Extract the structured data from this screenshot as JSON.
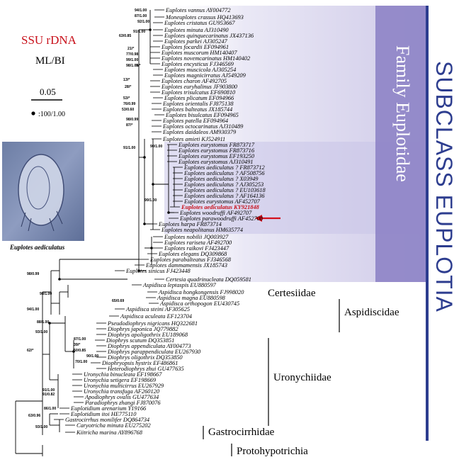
{
  "legend": {
    "gene": "SSU rDNA",
    "methods": "ML/BI",
    "scale_value": "0.05",
    "full_support": ":100/1.00"
  },
  "photo_caption": "Euplotes aediculatus",
  "vertical_labels": {
    "family": "Family Euplotidae",
    "subclass": "SUBCLASS EUPLOTIA"
  },
  "families": [
    {
      "name": "Certesiidae"
    },
    {
      "name": "Aspidiscidae"
    },
    {
      "name": "Uronychiidae"
    },
    {
      "name": "Gastrocirrhidae"
    },
    {
      "name": "Protohypotrichia"
    }
  ],
  "taxa": [
    {
      "label": "Euplotes vannus  AY004772"
    },
    {
      "label": "Moneuplotes crassus  HQ413693"
    },
    {
      "label": "Euplotes cristatus  GU953667"
    },
    {
      "label": "Euplotes minuta  AJ310490"
    },
    {
      "label": "Euplotes quinquecarinatus  JX437136"
    },
    {
      "label": "Euplotes parkei  AJ305247"
    },
    {
      "label": "Euplotes focardii  EF094961"
    },
    {
      "label": "Euplotes muscorum  HM140407"
    },
    {
      "label": "Euplotes novemcarinatus  HM140402"
    },
    {
      "label": "Euplotes encysticus  FJ346569"
    },
    {
      "label": "Euplotes muscicola  AJ305254"
    },
    {
      "label": "Euplotes magnicirratus  AJ549209"
    },
    {
      "label": "Euplotes charon  AF492705"
    },
    {
      "label": "Euplotes euryhalinus  JF903800"
    },
    {
      "label": "Euplotes trisulcatus  EF690810"
    },
    {
      "label": "Euplotes plicatum  EF094966"
    },
    {
      "label": "Euplotes orientalis  FJ875138"
    },
    {
      "label": "Euplotes balteatus  JX185744"
    },
    {
      "label": "Euplotes bisulcatus  EF094965"
    },
    {
      "label": "Euplotes patella  EF094964"
    },
    {
      "label": "Euplotes octocarinatus  AJ310489"
    },
    {
      "label": "Euplotes daidaleos  AM930379"
    },
    {
      "label": "Euplotes amieti  KJ524911"
    },
    {
      "label": "Euplotes eurystomus  FR873717"
    },
    {
      "label": "Euplotes eurystomus  FR873716"
    },
    {
      "label": "Euplotes eurystomus  EF193250"
    },
    {
      "label": "Euplotes eurystomus  AJ310491"
    },
    {
      "label": "Euplotes aediculatus ?  FR873712"
    },
    {
      "label": "Euplotes aediculatus ?  AF508756"
    },
    {
      "label": "Euplotes aediculatus ?  X03949"
    },
    {
      "label": "Euplotes aediculatus ?  AJ305253"
    },
    {
      "label": "Euplotes aediculatus ?  EU103618"
    },
    {
      "label": "Euplotes aediculatus ?  AF164136"
    },
    {
      "label": "Euplotes eurystomus  AF452707"
    },
    {
      "label": "Euplotes aediculatus  KY921848"
    },
    {
      "label": "Euplotes woodruffi  AF492707"
    },
    {
      "label": "Euplotes parawoodruffi  AF452708"
    },
    {
      "label": "Euplotes harpa  FR873714"
    },
    {
      "label": "Euplotes neapolitanus  HM635774"
    },
    {
      "label": "Euplotes nobilii  JQ003927"
    },
    {
      "label": "Euplotes rariseta  AF492700"
    },
    {
      "label": "Euplotes raikovi  FJ423447"
    },
    {
      "label": "Euplotes elegans  DQ309868"
    },
    {
      "label": "Euplotes parabalteatus  FJ346568"
    },
    {
      "label": "Euplotes dammamensis  JX185743"
    },
    {
      "label": "Euplotes sinicus  FJ423448"
    },
    {
      "label": "Certesia quadrinucleata  DQ059581"
    },
    {
      "label": "Aspidisca leptaspis  EU880597"
    },
    {
      "label": "Aspidisca hongkongensis  FJ998020"
    },
    {
      "label": "Aspidisca magna  EU880598"
    },
    {
      "label": "Aspidisca orthopogon  EU430745"
    },
    {
      "label": "Aspidisca steini  AF305625"
    },
    {
      "label": "Aspidisca aculeata  EF123704"
    },
    {
      "label": "Pseudodiophrys nigricans  HQ322681"
    },
    {
      "label": "Diophrys japonica  JQ779882"
    },
    {
      "label": "Diophrys apoligothrix  EU189068"
    },
    {
      "label": "Diophrys scutum  DQ353851"
    },
    {
      "label": "Diophrys appendiculata  AY004773"
    },
    {
      "label": "Diophrys parappendiculata  EU267930"
    },
    {
      "label": "Diophrys oligothrix  DQ353850"
    },
    {
      "label": "Diophryopsis hystrix  EF486861"
    },
    {
      "label": "Heterodiophrys zhui  GU477635"
    },
    {
      "label": "Uronychia binucleata  EF198667"
    },
    {
      "label": "Uronychia setigera  EF198669"
    },
    {
      "label": "Uronychia multicirrus  EU267929"
    },
    {
      "label": "Uronychia transfuga  AF260120"
    },
    {
      "label": "Apodiophrys ovalis  GU477634"
    },
    {
      "label": "Paradiophrys zhangi  FJ870076"
    },
    {
      "label": "Euplotidium arenarium  Y19166"
    },
    {
      "label": "Euplotidium itoi  HE775110"
    },
    {
      "label": "Gastrocirrhus monilifer  DQ864734"
    },
    {
      "label": "Caryotricha minuta  EU275202"
    },
    {
      "label": "Kiitricha marina  AY896768"
    }
  ],
  "supports": [
    {
      "text": "94/1.00"
    },
    {
      "text": "87/1.00"
    },
    {
      "text": "92/1.00"
    },
    {
      "text": "91/1.00"
    },
    {
      "text": "63/0.85"
    },
    {
      "text": "21/*"
    },
    {
      "text": "77/0.98"
    },
    {
      "text": "99/1.00"
    },
    {
      "text": "98/1.00"
    },
    {
      "text": "9/*"
    },
    {
      "text": "13/*"
    },
    {
      "text": "28/*"
    },
    {
      "text": "53/*"
    },
    {
      "text": "76/0.99"
    },
    {
      "text": "53/0.60"
    },
    {
      "text": "98/0.99"
    },
    {
      "text": "87/*"
    },
    {
      "text": "91/1.00"
    },
    {
      "text": "90/1.00"
    },
    {
      "text": "99/1.00"
    },
    {
      "text": "98/0.99"
    },
    {
      "text": "94/1.00"
    },
    {
      "text": "65/0.69"
    },
    {
      "text": "98/1.00"
    },
    {
      "text": "88/1.00"
    },
    {
      "text": "93/1.00"
    },
    {
      "text": "62/*"
    },
    {
      "text": "87/1.00"
    },
    {
      "text": "39/*"
    },
    {
      "text": "50/0.85"
    },
    {
      "text": "70/1.00"
    },
    {
      "text": "90/1.00"
    },
    {
      "text": "91/1.00"
    },
    {
      "text": "91/0.82"
    },
    {
      "text": "86/1.00"
    },
    {
      "text": "93/1.00"
    },
    {
      "text": "63/0.96"
    }
  ],
  "colors": {
    "family_band": "#8a7fc4",
    "family_band_light": "#e6e4f3",
    "subclass_line": "#2d3d8f",
    "subclass_text": "#2d3d8f",
    "highlight": "#c8101a",
    "arrow": "#d4101c",
    "gene_label": "#c8101a"
  }
}
